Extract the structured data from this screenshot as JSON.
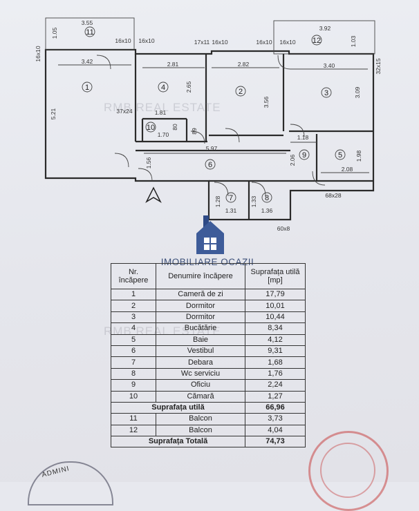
{
  "plan": {
    "rooms": [
      {
        "n": "1",
        "dims": [
          "3.42",
          "5.21"
        ]
      },
      {
        "n": "2",
        "dims": [
          "2.82",
          "3.56"
        ]
      },
      {
        "n": "3",
        "dims": [
          "3.40",
          "3.09"
        ]
      },
      {
        "n": "4",
        "dims": [
          "2.81",
          "2.65"
        ]
      },
      {
        "n": "5",
        "dims": [
          "2.08",
          "1.98"
        ]
      },
      {
        "n": "6",
        "dims": [
          "5.97",
          "1.56"
        ]
      },
      {
        "n": "7",
        "dims": [
          "1.31",
          "1.28"
        ]
      },
      {
        "n": "8",
        "dims": [
          "1.36",
          "1.33"
        ]
      },
      {
        "n": "9",
        "dims": [
          "1.18",
          "2.06"
        ]
      },
      {
        "n": "10",
        "dims": [
          "1.70",
          "80"
        ]
      },
      {
        "n": "11",
        "dims": [
          "3.55",
          "1.05"
        ]
      },
      {
        "n": "12",
        "dims": [
          "3.92",
          "1.03"
        ]
      }
    ],
    "labels": {
      "d16x10a": "16x10",
      "d16x10b": "16x10",
      "d16x10c": "16x10",
      "d16x10d": "16x10",
      "d16x10e": "16x10",
      "d16x10f": "16x10",
      "d17x11": "17x11",
      "d32x15": "32x15",
      "d37x24": "37x24",
      "d1_81": "1.81",
      "d89": "89",
      "d68x28": "68x28",
      "d60x8": "60x8"
    },
    "watermark": "RMB REAL ESTATE"
  },
  "logo": {
    "text": "IMOBILIARE OCAZII"
  },
  "table": {
    "header": {
      "nr": "Nr. încăpere",
      "den": "Denumire încăpere",
      "surf": "Suprafața utilă [mp]"
    },
    "rows": [
      {
        "nr": "1",
        "den": "Cameră de zi",
        "surf": "17,79"
      },
      {
        "nr": "2",
        "den": "Dormitor",
        "surf": "10,01"
      },
      {
        "nr": "3",
        "den": "Dormitor",
        "surf": "10,44"
      },
      {
        "nr": "4",
        "den": "Bucătărie",
        "surf": "8,34"
      },
      {
        "nr": "5",
        "den": "Baie",
        "surf": "4,12"
      },
      {
        "nr": "6",
        "den": "Vestibul",
        "surf": "9,31"
      },
      {
        "nr": "7",
        "den": "Debara",
        "surf": "1,68"
      },
      {
        "nr": "8",
        "den": "Wc serviciu",
        "surf": "1,76"
      },
      {
        "nr": "9",
        "den": "Oficiu",
        "surf": "2,24"
      },
      {
        "nr": "10",
        "den": "Cămară",
        "surf": "1,27"
      }
    ],
    "util": {
      "label": "Suprafața utilă",
      "value": "66,96"
    },
    "balcony_rows": [
      {
        "nr": "11",
        "den": "Balcon",
        "surf": "3,73"
      },
      {
        "nr": "12",
        "den": "Balcon",
        "surf": "4,04"
      }
    ],
    "total": {
      "label": "Suprafața Totală",
      "value": "74,73"
    }
  },
  "stamp": {
    "text": "ADMINI"
  }
}
